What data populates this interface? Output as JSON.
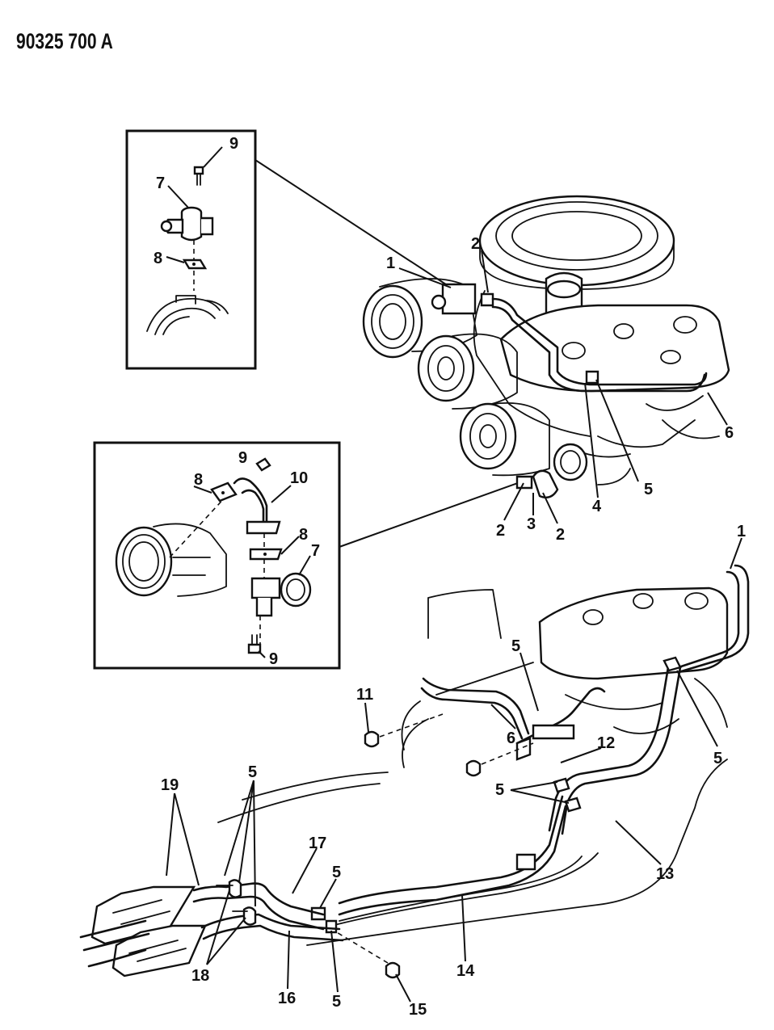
{
  "document_id": "90325 700 A",
  "callouts": {
    "inset_top": {
      "c9": "9",
      "c7": "7",
      "c8": "8"
    },
    "inset_mid": {
      "c9a": "9",
      "c8a": "8",
      "c10": "10",
      "c8b": "8",
      "c7": "7",
      "c9b": "9"
    },
    "engine": {
      "c1": "1",
      "c2a": "2",
      "c6": "6",
      "c5": "5",
      "c4": "4",
      "c2b": "2",
      "c3": "3",
      "c2c": "2"
    },
    "underbody": {
      "c1": "1",
      "c5a": "5",
      "c11": "11",
      "c6": "6",
      "c12": "12",
      "c5b": "5",
      "c19": "19",
      "c5c": "5",
      "c5d": "5",
      "c17": "17",
      "c5e": "5",
      "c13": "13",
      "c18": "18",
      "c16": "16",
      "c5f": "5",
      "c14": "14",
      "c15": "15"
    }
  }
}
